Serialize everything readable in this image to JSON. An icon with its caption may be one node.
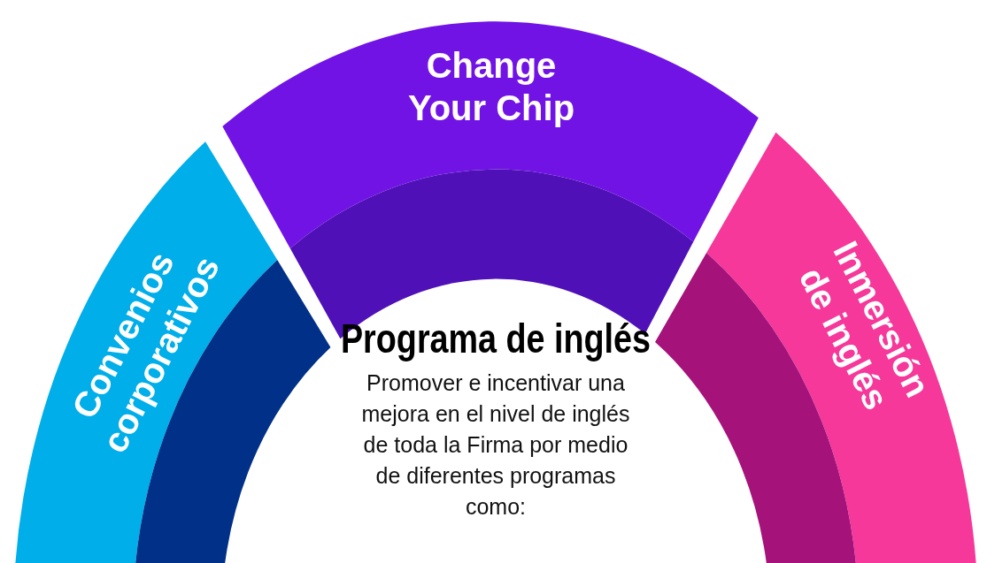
{
  "diagram": {
    "nodes": [
      {
        "text": [
          "Convenios corporativos"
        ]
      },
      {
        "text": [
          "Change Your Chip"
        ]
      },
      {
        "text": [
          "Inmersión de inglés"
        ]
      },
      {
        "text": [
          "Programa de inglés",
          "Promover e incentivar una mejora en el nivel de inglés de toda la Firma por medio de diferentes programas como:"
        ]
      }
    ]
  }
}
